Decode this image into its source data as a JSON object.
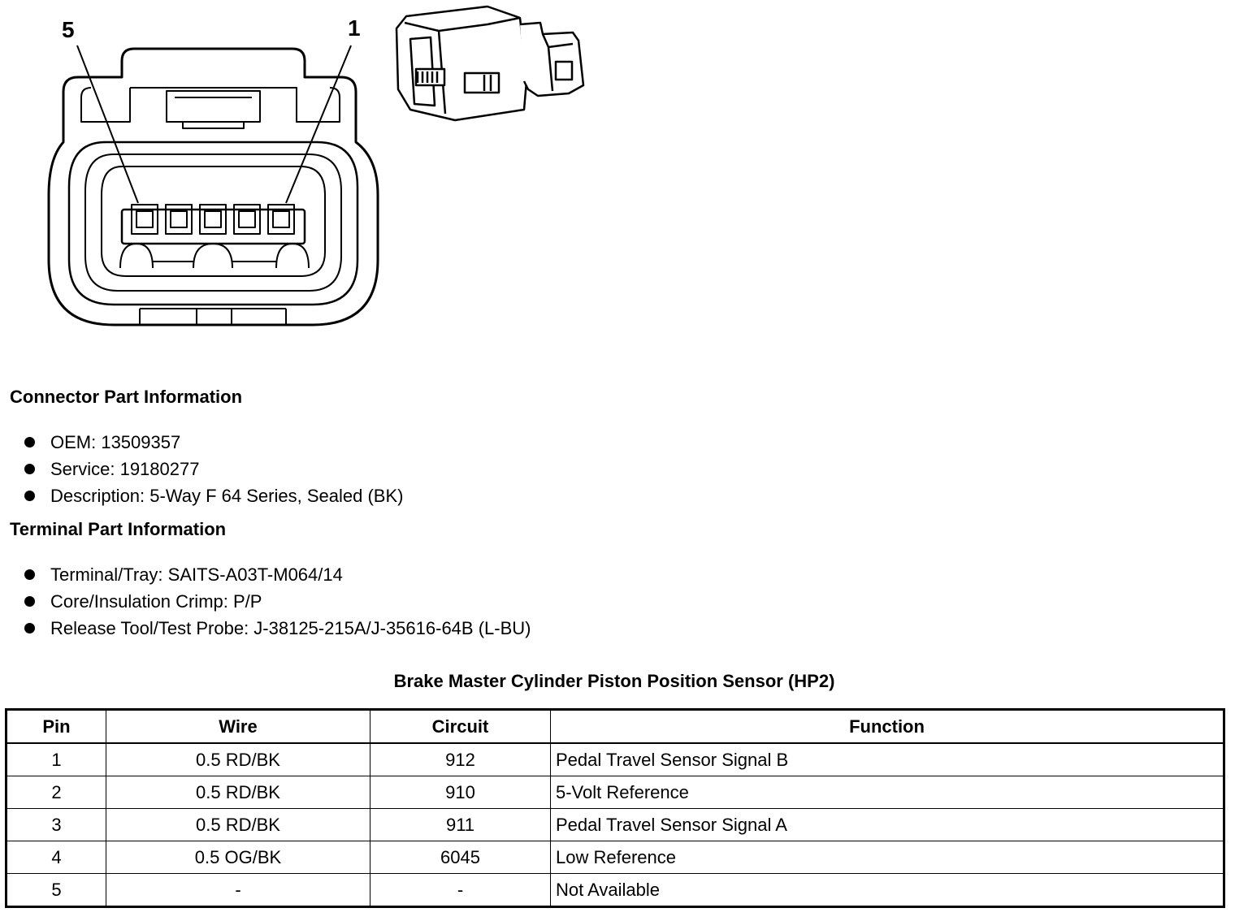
{
  "diagram": {
    "pin_label_left": "5",
    "pin_label_right": "1"
  },
  "connector_info": {
    "heading": "Connector Part Information",
    "items": [
      "OEM: 13509357",
      "Service: 19180277",
      "Description: 5-Way F 64 Series, Sealed (BK)"
    ]
  },
  "terminal_info": {
    "heading": "Terminal Part Information",
    "items": [
      "Terminal/Tray: SAITS-A03T-M064/14",
      "Core/Insulation Crimp: P/P",
      "Release Tool/Test Probe: J-38125-215A/J-35616-64B (L-BU)"
    ]
  },
  "table": {
    "title": "Brake Master Cylinder Piston Position Sensor (HP2)",
    "headers": [
      "Pin",
      "Wire",
      "Circuit",
      "Function"
    ],
    "rows": [
      [
        "1",
        "0.5 RD/BK",
        "912",
        "Pedal Travel Sensor Signal B"
      ],
      [
        "2",
        "0.5 RD/BK",
        "910",
        "5-Volt Reference"
      ],
      [
        "3",
        "0.5 RD/BK",
        "911",
        "Pedal Travel Sensor Signal A"
      ],
      [
        "4",
        "0.5 OG/BK",
        "6045",
        "Low Reference"
      ],
      [
        "5",
        "-",
        "-",
        "Not Available"
      ]
    ]
  }
}
